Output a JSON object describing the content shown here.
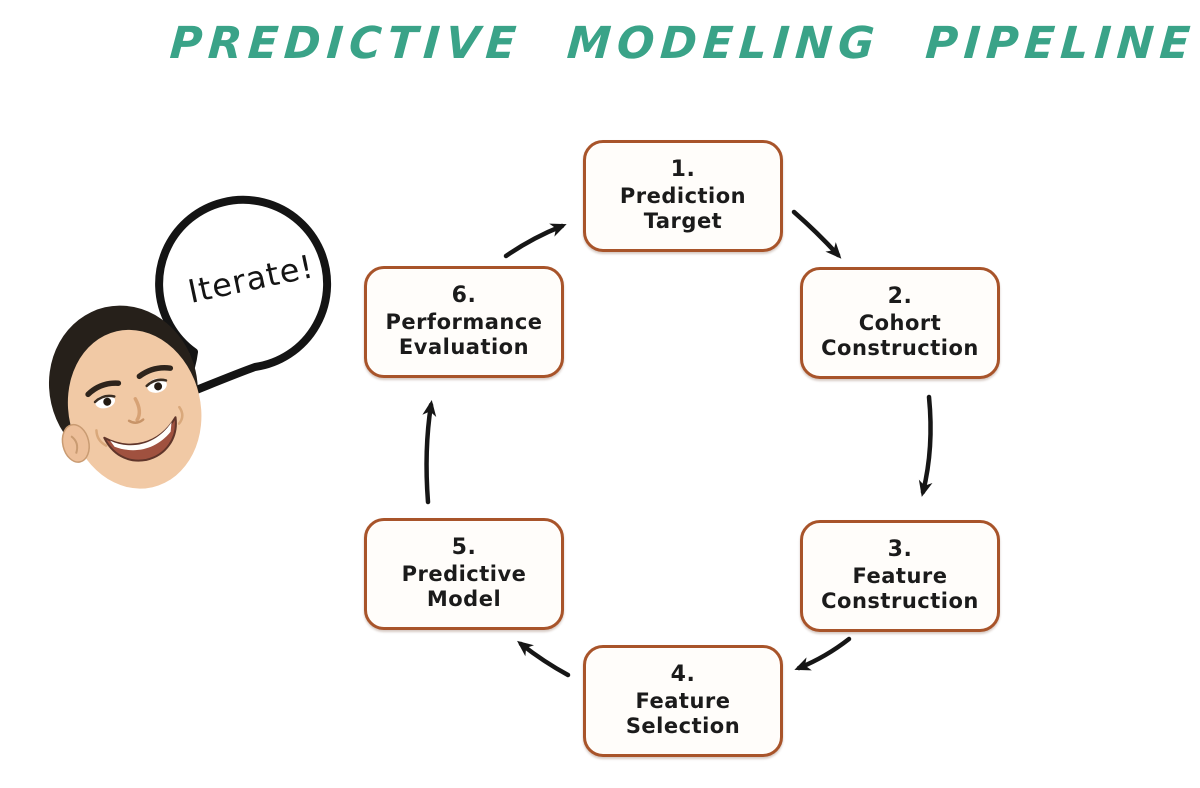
{
  "title": "PREDICTIVE MODELING PIPELINE",
  "speech_bubble": {
    "text": "Iterate!"
  },
  "pipeline": {
    "steps": [
      {
        "number": "1.",
        "line1": "Prediction",
        "line2": "Target"
      },
      {
        "number": "2.",
        "line1": "Cohort",
        "line2": "Construction"
      },
      {
        "number": "3.",
        "line1": "Feature",
        "line2": "Construction"
      },
      {
        "number": "4.",
        "line1": "Feature",
        "line2": "Selection"
      },
      {
        "number": "5.",
        "line1": "Predictive",
        "line2": "Model"
      },
      {
        "number": "6.",
        "line1": "Performance",
        "line2": "Evaluation"
      }
    ],
    "flow": [
      {
        "from": 1,
        "to": 2
      },
      {
        "from": 2,
        "to": 3
      },
      {
        "from": 3,
        "to": 4
      },
      {
        "from": 4,
        "to": 5
      },
      {
        "from": 5,
        "to": 6
      },
      {
        "from": 6,
        "to": 1
      }
    ]
  },
  "colors": {
    "title_green": "#3aa388",
    "box_border_rust": "#a8542a",
    "box_fill": "#fffdfa",
    "text_black": "#1b1b1b",
    "arrow_black": "#161616",
    "background": "#ffffff"
  }
}
